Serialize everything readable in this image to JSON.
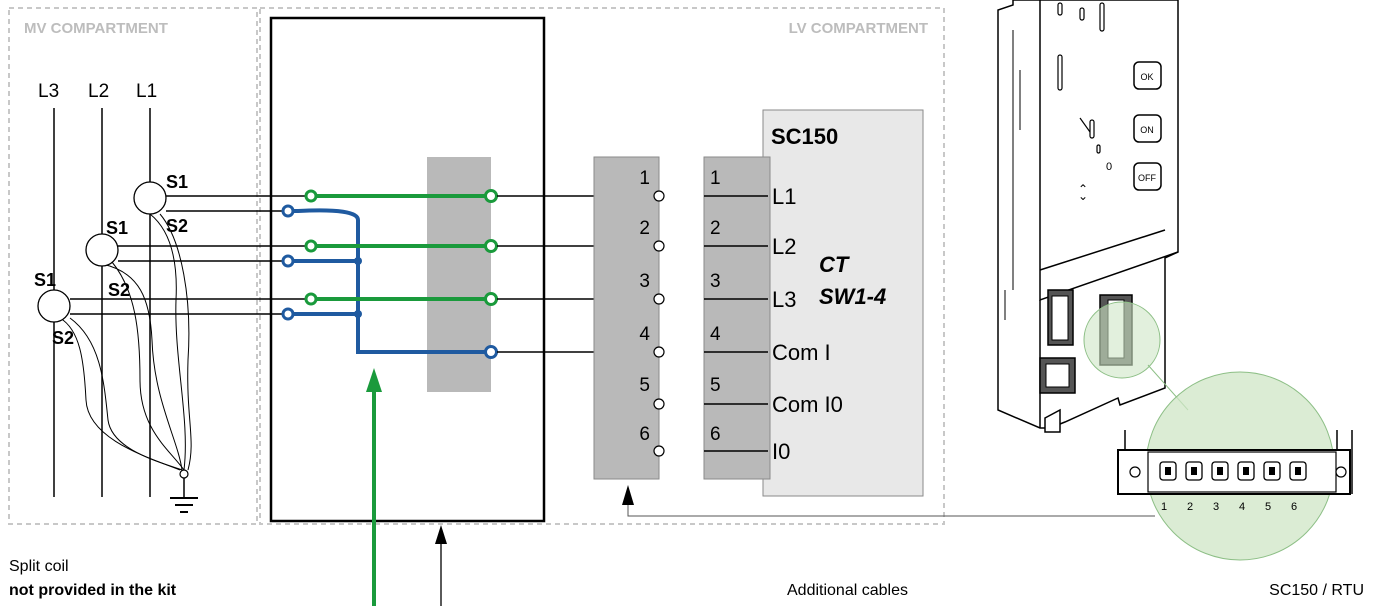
{
  "compartments": {
    "mv_label": "MV COMPARTMENT",
    "lv_label": "LV COMPARTMENT"
  },
  "phases": [
    "L3",
    "L2",
    "L1"
  ],
  "ct_labels": {
    "s1": "S1",
    "s2": "S2"
  },
  "terminal_block": {
    "numbers": [
      "1",
      "2",
      "3",
      "4",
      "5",
      "6"
    ]
  },
  "sc150": {
    "title": "SC150",
    "numbers": [
      "1",
      "2",
      "3",
      "4",
      "5",
      "6"
    ],
    "signals": [
      "L1",
      "L2",
      "L3",
      "Com I",
      "Com I0",
      "I0"
    ],
    "switch_label_line1": "CT",
    "switch_label_line2": "SW1-4"
  },
  "device": {
    "buttons": [
      "OK",
      "ON",
      "OFF"
    ],
    "connector_pins": [
      "1",
      "2",
      "3",
      "4",
      "5",
      "6"
    ]
  },
  "captions": {
    "split_coil": "Split coil",
    "not_provided": "not provided in the kit",
    "additional_cables": "Additional cables",
    "sc150_rtu": "SC150 / RTU"
  },
  "colors": {
    "green_wire": "#1a9a3c",
    "blue_wire": "#1f5aa0",
    "dashed_border": "#c8c8c8",
    "terminal_gray": "#b9b9b9",
    "sc150_panel": "#e8e8e8",
    "zoom_circle": "#cfe6c6",
    "zoom_stroke": "#8dbf86"
  }
}
